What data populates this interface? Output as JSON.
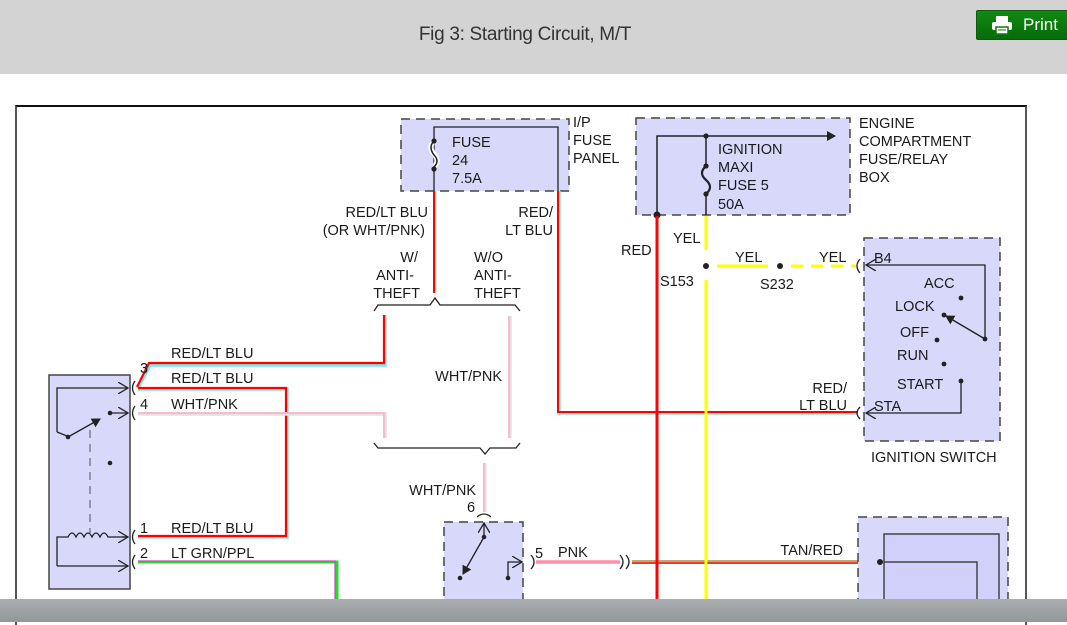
{
  "header": {
    "title": "Fig 3: Starting Circuit, M/T",
    "print_label": "Print",
    "print_icon": "printer-icon",
    "accent_color": "#0a7d0d"
  },
  "diagram": {
    "components": {
      "ip_fuse_panel": {
        "label_lines": [
          "I/P",
          "FUSE",
          "PANEL"
        ],
        "fuse_lines": [
          "FUSE",
          "24",
          "7.5A"
        ]
      },
      "engine_box": {
        "label_lines": [
          "ENGINE",
          "COMPARTMENT",
          "FUSE/RELAY",
          "BOX"
        ],
        "fuse_lines": [
          "IGNITION",
          "MAXI",
          "FUSE 5",
          "50A"
        ]
      },
      "ignition_switch": {
        "label": "IGNITION SWITCH",
        "terminals": [
          "B4",
          "STA"
        ],
        "positions": [
          "ACC",
          "LOCK",
          "OFF",
          "RUN",
          "START"
        ]
      },
      "relay": {
        "pins": [
          "3",
          "4",
          "1",
          "2"
        ]
      },
      "clutch_switch": {
        "pins": [
          "6",
          "5"
        ]
      }
    },
    "wire_labels": {
      "fuse24_out_line1": "RED/LT BLU",
      "fuse24_out_line2": "(OR WHT/PNK)",
      "ip_right_line1": "RED/",
      "ip_right_line2": "LT BLU",
      "w_anti_theft": [
        "W/",
        "ANTI-",
        "THEFT"
      ],
      "wo_anti_theft": [
        "W/O",
        "ANTI-",
        "THEFT"
      ],
      "red": "RED",
      "yel_vertical": "YEL",
      "yel_mid": "YEL",
      "yel_right": "YEL",
      "splice_s153": "S153",
      "splice_s232": "S232",
      "relay_pin3_top": "RED/LT BLU",
      "relay_pin3_bottom": "RED/LT BLU",
      "relay_pin4": "WHT/PNK",
      "relay_pin1": "RED/LT BLU",
      "relay_pin2": "LT GRN/PPL",
      "wht_pnk_right": "WHT/PNK",
      "wht_pnk_lower": "WHT/PNK",
      "sta_line1": "RED/",
      "sta_line2": "LT BLU",
      "pnk": "PNK",
      "tan_red": "TAN/RED"
    },
    "wire_colors": {
      "red": "#ff0000",
      "lt_blu": "#7fe6e6",
      "yellow": "#ffff00",
      "wht_pnk": "#f6b7c8",
      "pnk": "#ff8fa8",
      "tan": "#c0a878",
      "lt_grn": "#22dd22",
      "ppl": "#cc44cc",
      "component_fill": "#d8d8fb"
    }
  }
}
